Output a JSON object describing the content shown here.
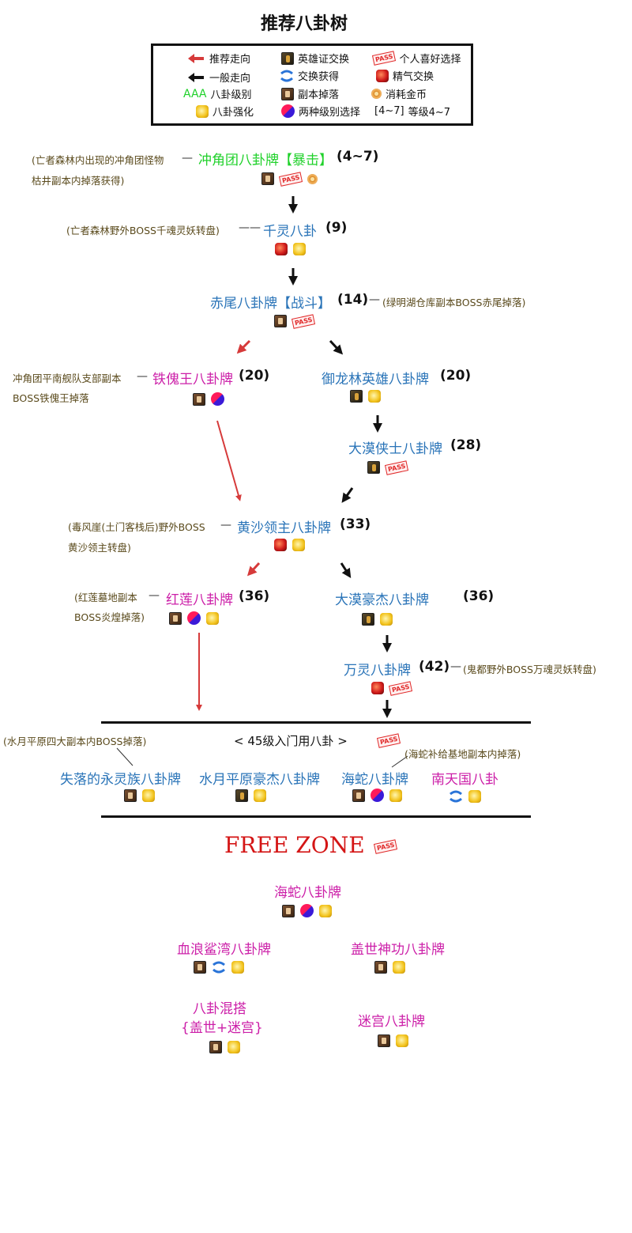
{
  "title": "推荐八卦树",
  "legend": {
    "recommended": "推荐走向",
    "general": "一般走向",
    "aaa_sample": "AAA",
    "level": "八卦级别",
    "enhance": "八卦强化",
    "hero_exchange": "英雄证交换",
    "exchange": "交换获得",
    "dungeon_drop": "副本掉落",
    "both_levels": "两种级别选择",
    "personal_choice": "个人喜好选择",
    "spirit_exchange": "精气交换",
    "gold": "消耗金币",
    "range_sample": "[4~7]",
    "range_desc": "等级4~7",
    "pass_label": "PASS"
  },
  "tree": {
    "n1": {
      "name": "冲角团八卦牌【暴击】",
      "level": "(4~7)",
      "src1": "(亡者森林内出现的冲角团怪物",
      "src2": "枯井副本内掉落获得)",
      "dash": "—"
    },
    "n2": {
      "name": "千灵八卦",
      "level": "(9)",
      "src": "(亡者森林野外BOSS千魂灵妖转盘)",
      "dash": "——"
    },
    "n3": {
      "name": "赤尾八卦牌【战斗】",
      "level": "(14)",
      "src": "(绿明湖仓库副本BOSS赤尾掉落)",
      "dash": "—"
    },
    "n4": {
      "name": "铁傀王八卦牌",
      "level": "(20)",
      "src1": "冲角团平南舰队支部副本",
      "src2": "BOSS铁傀王掉落",
      "dash": "—"
    },
    "n5": {
      "name": "御龙林英雄八卦牌",
      "level": "(20)"
    },
    "n6": {
      "name": "大漠侠士八卦牌",
      "level": "(28)"
    },
    "n7": {
      "name": "黄沙领主八卦牌",
      "level": "(33)",
      "src1": "(毒风崖(土门客栈后)野外BOSS",
      "src2": "黄沙领主转盘)",
      "dash": "—"
    },
    "n8": {
      "name": "红莲八卦牌",
      "level": "(36)",
      "src1": "(红莲墓地副本",
      "src2": "BOSS炎煌掉落)",
      "dash": "—"
    },
    "n9": {
      "name": "大漠豪杰八卦牌",
      "level": "(36)"
    },
    "n10": {
      "name": "万灵八卦牌",
      "level": "(42)",
      "src": "(鬼都野外BOSS万魂灵妖转盘)",
      "dash": "—"
    }
  },
  "band": {
    "title": "<   45级入门用八卦   >",
    "note_left": "(水月平原四大副本内BOSS掉落)",
    "note_right": "(海蛇补给基地副本内掉落)",
    "items": [
      "失落的永灵族八卦牌",
      "水月平原豪杰八卦牌",
      "海蛇八卦牌",
      "南天国八卦"
    ]
  },
  "free": {
    "title": "FREE ZONE",
    "item1": "海蛇八卦牌",
    "item2": "血浪鲨湾八卦牌",
    "item3": "盖世神功八卦牌",
    "item4a": "八卦混搭",
    "item4b": "{盖世+迷宫}",
    "item5": "迷宫八卦牌"
  },
  "colors": {
    "blue": "#2a74b8",
    "green": "#1fd12a",
    "magenta": "#cc1fa8",
    "red_arrow": "#d63a3a",
    "zone": "#d41515"
  },
  "icons": [
    "dungeon-drop-icon",
    "enhance-icon",
    "hero-exchange-icon",
    "spirit-exchange-icon",
    "gold-coin-icon",
    "both-level-icon",
    "exchange-icon",
    "pass-stamp-icon"
  ]
}
